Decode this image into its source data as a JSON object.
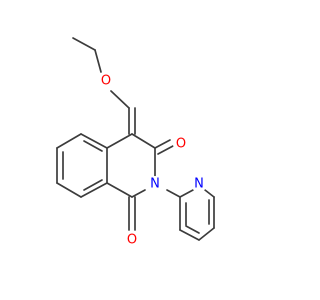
{
  "molecule": {
    "colors": {
      "bond": "#3c3c3c",
      "oxygen": "#ff0000",
      "nitrogen": "#0000ff",
      "background": "#ffffff"
    },
    "atoms": {
      "o_ether": {
        "symbol": "O",
        "element": "oxygen"
      },
      "o_carbonyl_top": {
        "symbol": "O",
        "element": "oxygen"
      },
      "n_ring": {
        "symbol": "N",
        "element": "nitrogen"
      },
      "n_pyridine": {
        "symbol": "N",
        "element": "nitrogen"
      },
      "o_carbonyl_bottom": {
        "symbol": "O",
        "element": "oxygen"
      }
    }
  }
}
